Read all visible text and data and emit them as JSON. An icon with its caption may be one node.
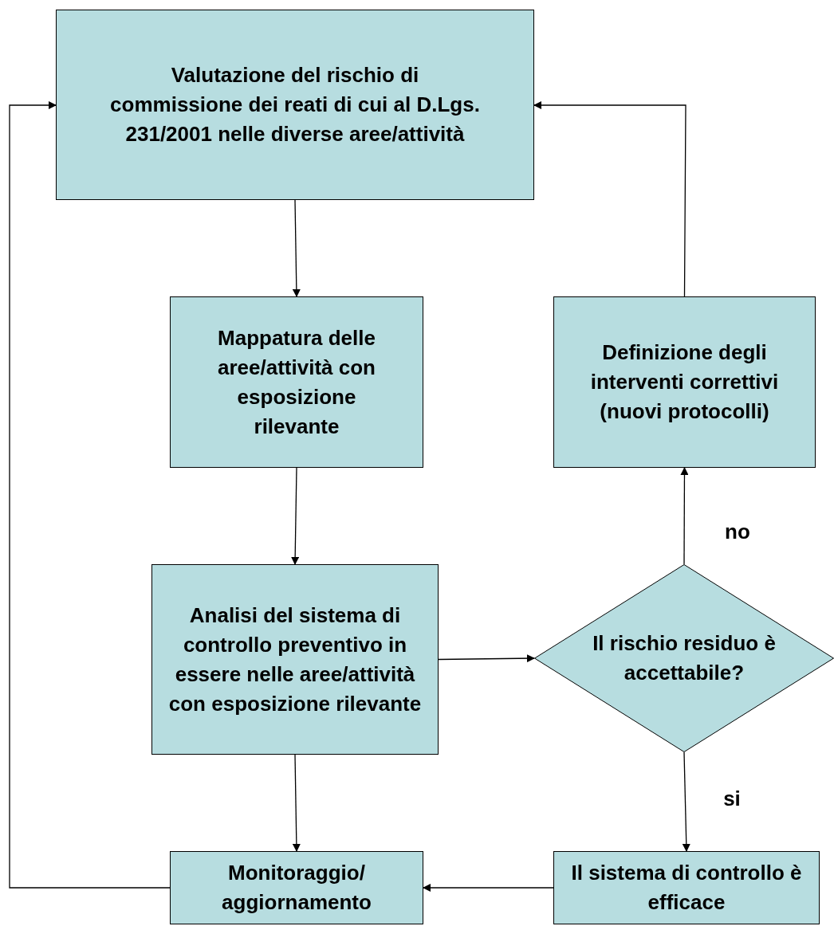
{
  "diagram": {
    "nodes": [
      {
        "text": [
          "Valutazione del rischio di commissione dei reati di cui al D.Lgs. 231/2001 nelle diverse aree/attività"
        ]
      },
      {
        "text": [
          "Mappatura delle aree/attività con esposizione rilevante"
        ]
      },
      {
        "text": [
          "Definizione degli interventi correttivi (nuovi protocolli)"
        ]
      },
      {
        "text": [
          "Analisi del sistema di controllo preventivo in essere nelle aree/attività con esposizione rilevante"
        ]
      },
      {
        "text": [
          "Il rischio residuo è accettabile?"
        ]
      },
      {
        "text": [
          "Monitoraggio/ aggiornamento"
        ]
      },
      {
        "text": [
          "Il sistema di controllo è efficace"
        ]
      }
    ],
    "edges": [
      {
        "from": 0,
        "to": 1,
        "arrow": "to"
      },
      {
        "from": 1,
        "to": 3,
        "arrow": "to"
      },
      {
        "from": 3,
        "to": 4,
        "arrow": "to"
      },
      {
        "from": 4,
        "to": 2,
        "arrow": "to",
        "label": "no"
      },
      {
        "from": 2,
        "to": 0,
        "arrow": "to"
      },
      {
        "from": 4,
        "to": 6,
        "arrow": "to",
        "label": "si"
      },
      {
        "from": 3,
        "to": 5,
        "arrow": "to"
      },
      {
        "from": 6,
        "to": 5,
        "arrow": "to"
      },
      {
        "from": 5,
        "to": 0,
        "arrow": "to"
      }
    ]
  }
}
